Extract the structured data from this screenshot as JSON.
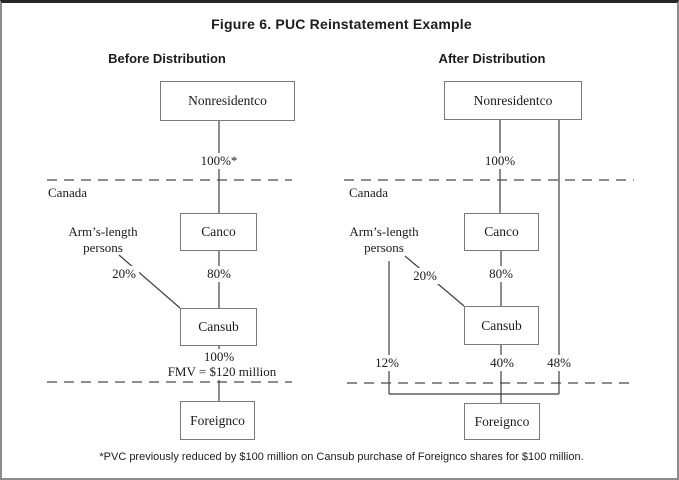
{
  "figure": {
    "title": "Figure 6. PUC Reinstatement Example",
    "footnote": "*PVC previously reduced by $100 million on Cansub purchase of Foreignco shares for $100 million."
  },
  "before": {
    "subtitle": "Before Distribution",
    "nodes": {
      "nonresidentco": "Nonresidentco",
      "canco": "Canco",
      "cansub": "Cansub",
      "foreignco": "Foreignco"
    },
    "labels": {
      "ownership_top": "100%*",
      "canada": "Canada",
      "arms_length_line1": "Arm’s-length",
      "arms_length_line2": "persons",
      "arms_length_pct": "20%",
      "canco_cansub_pct": "80%",
      "cansub_foreignco_pct": "100%",
      "fmv": "FMV = $120 million"
    }
  },
  "after": {
    "subtitle": "After Distribution",
    "nodes": {
      "nonresidentco": "Nonresidentco",
      "canco": "Canco",
      "cansub": "Cansub",
      "foreignco": "Foreignco"
    },
    "labels": {
      "ownership_top": "100%",
      "canada": "Canada",
      "arms_length_line1": "Arm’s-length",
      "arms_length_line2": "persons",
      "arms_length_pct": "20%",
      "canco_cansub_pct": "80%",
      "arms_foreignco_pct": "12%",
      "cansub_foreignco_pct": "40%",
      "nonresidentco_foreignco_pct": "48%"
    }
  },
  "colors": {
    "line": "#3f3f3f",
    "dashed_line": "#4a4a4a",
    "box_border": "#7a7a7a",
    "text": "#1a1a1a",
    "background": "#ffffff"
  }
}
